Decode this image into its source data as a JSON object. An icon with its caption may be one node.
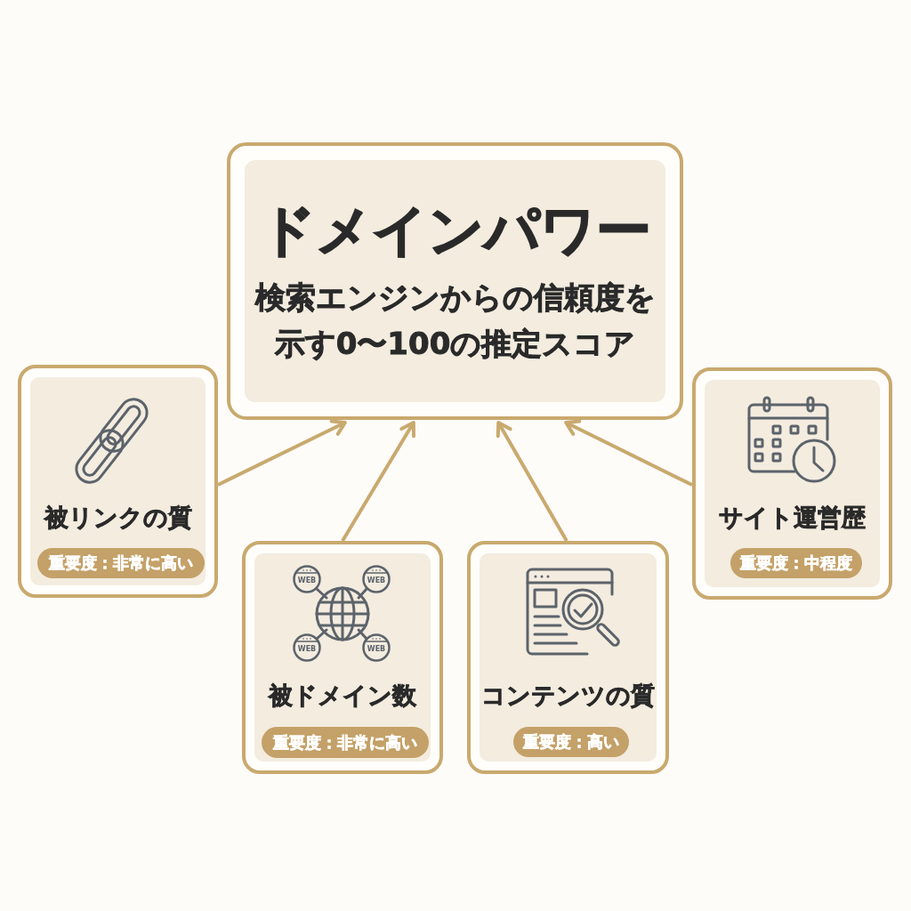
{
  "diagram": {
    "nodes": [
      {
        "text": [
          "ドメインパワー",
          "検索エンジンからの信頼度を示す0〜100の推定スコア"
        ]
      },
      {
        "text": [
          "被リンクの質"
        ]
      },
      {
        "text": [
          "重要度：非常に高い"
        ],
        "in": 1
      },
      {
        "text": [
          "被ドメイン数"
        ]
      },
      {
        "text": [
          "重要度：非常に高い"
        ],
        "in": 3
      },
      {
        "text": [
          "コンテンツの質"
        ]
      },
      {
        "text": [
          "重要度：高い"
        ],
        "in": 5
      },
      {
        "text": [
          "サイト運営歴"
        ]
      },
      {
        "text": [
          "重要度：中程度"
        ],
        "in": 7
      }
    ],
    "edges": [
      {
        "from": 1,
        "to": 0,
        "arrow": "to"
      },
      {
        "from": 3,
        "to": 0,
        "arrow": "to"
      },
      {
        "from": 5,
        "to": 0,
        "arrow": "to"
      },
      {
        "from": 7,
        "to": 0,
        "arrow": "to"
      }
    ],
    "labels": [
      "WEB",
      "WEB",
      "WEB",
      "WEB"
    ]
  }
}
